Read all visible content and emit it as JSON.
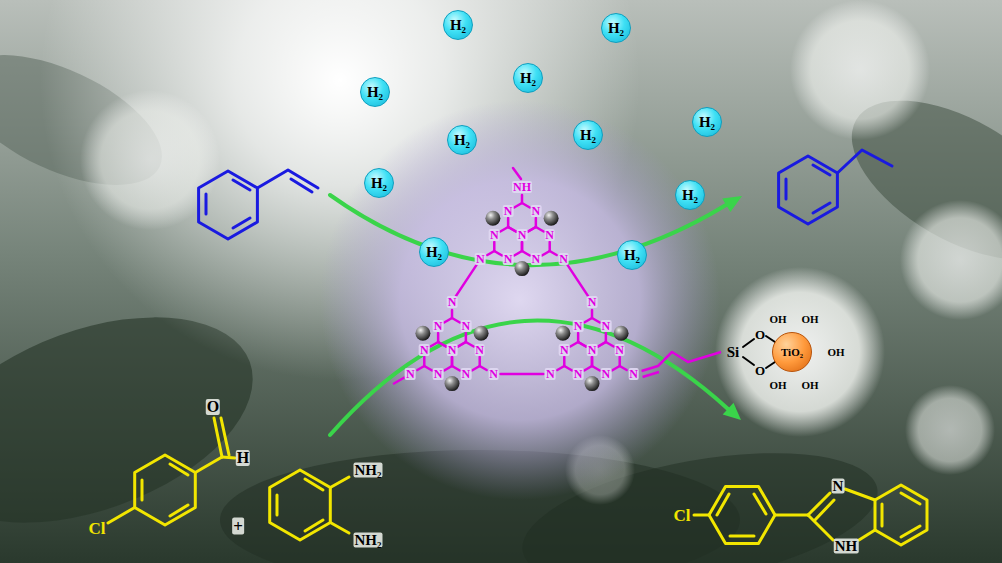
{
  "diagram": {
    "nodes": [
      {
        "text": [
          "H₂"
        ]
      },
      {
        "text": [
          "H₂"
        ]
      },
      {
        "text": [
          "H₂"
        ]
      },
      {
        "text": [
          "H₂"
        ]
      },
      {
        "text": [
          "H₂"
        ]
      },
      {
        "text": [
          "H₂"
        ]
      },
      {
        "text": [
          "H₂"
        ]
      },
      {
        "text": [
          "H₂"
        ]
      },
      {
        "text": [
          "H₂"
        ]
      },
      {
        "text": [
          "H₂"
        ]
      },
      {
        "text": [
          "H₂"
        ]
      },
      {
        "text": [
          "TiO₂"
        ]
      }
    ],
    "labels": [
      "NH",
      "N",
      "N",
      "N",
      "N",
      "N",
      "N",
      "N",
      "N",
      "N",
      "N",
      "N",
      "N",
      "N",
      "N",
      "N",
      "N",
      "N",
      "N",
      "N",
      "N",
      "N",
      "N",
      "N",
      "N",
      "N",
      "N",
      "N",
      "N",
      "N",
      "Si",
      "O",
      "O",
      "OH",
      "OH",
      "OH",
      "OH",
      "OH",
      "O",
      "H",
      "Cl",
      "+",
      "NH₂",
      "NH₂",
      "Cl",
      "N",
      "NH"
    ]
  }
}
